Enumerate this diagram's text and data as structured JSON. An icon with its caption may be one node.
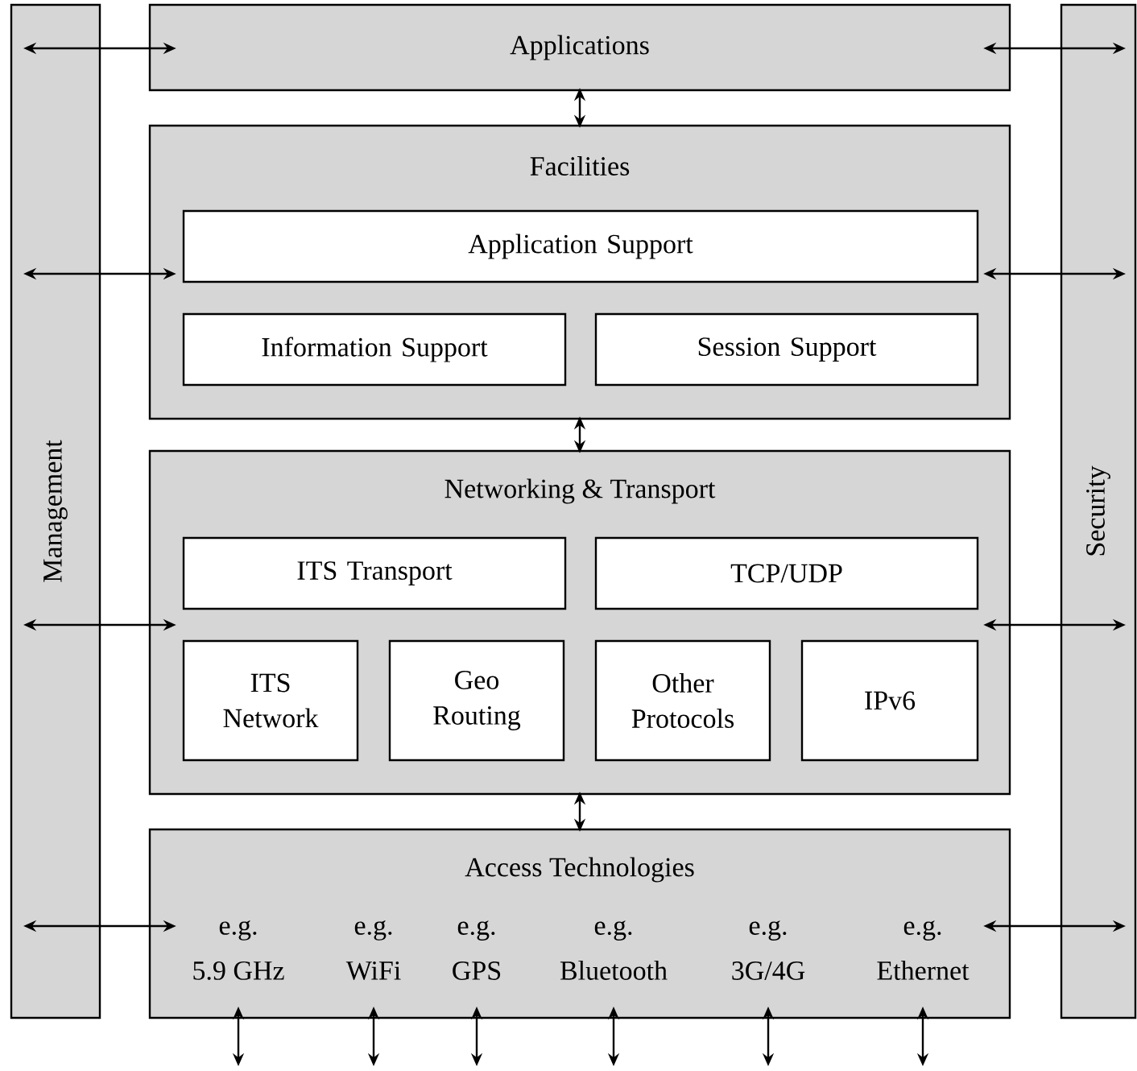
{
  "diagram": {
    "nodes": [
      {
        "text": [
          "Management"
        ]
      },
      {
        "text": [
          "Applications"
        ]
      },
      {
        "text": [
          "Facilities"
        ]
      },
      {
        "text": [
          "Application Support"
        ],
        "in": 2
      },
      {
        "text": [
          "Information Support"
        ],
        "in": 2
      },
      {
        "text": [
          "Session Support"
        ],
        "in": 2
      },
      {
        "text": [
          "Networking & Transport"
        ]
      },
      {
        "text": [
          "ITS Transport"
        ],
        "in": 6
      },
      {
        "text": [
          "TCP/UDP"
        ],
        "in": 6
      },
      {
        "text": [
          "ITS Network"
        ],
        "in": 6
      },
      {
        "text": [
          "Geo Routing"
        ],
        "in": 6
      },
      {
        "text": [
          "Other Protocols"
        ],
        "in": 6
      },
      {
        "text": [
          "IPv6"
        ],
        "in": 6
      },
      {
        "text": [
          "Access Technologies"
        ]
      },
      {
        "text": [
          "e.g.",
          "5.9 GHz"
        ],
        "in": 13
      },
      {
        "text": [
          "e.g.",
          "WiFi"
        ],
        "in": 13
      },
      {
        "text": [
          "e.g.",
          "GPS"
        ],
        "in": 13
      },
      {
        "text": [
          "e.g.",
          "Bluetooth"
        ],
        "in": 13
      },
      {
        "text": [
          "e.g.",
          "3G/4G"
        ],
        "in": 13
      },
      {
        "text": [
          "e.g.",
          "Ethernet"
        ],
        "in": 13
      },
      {
        "text": [
          "Security"
        ]
      }
    ],
    "edges": [
      {
        "from": 0,
        "to": 1,
        "arrow": "both"
      },
      {
        "from": 0,
        "to": 2,
        "arrow": "both"
      },
      {
        "from": 0,
        "to": 6,
        "arrow": "both"
      },
      {
        "from": 0,
        "to": 13,
        "arrow": "both"
      },
      {
        "from": 1,
        "to": 20,
        "arrow": "both"
      },
      {
        "from": 2,
        "to": 20,
        "arrow": "both"
      },
      {
        "from": 6,
        "to": 20,
        "arrow": "both"
      },
      {
        "from": 13,
        "to": 20,
        "arrow": "both"
      },
      {
        "from": 1,
        "to": 2,
        "arrow": "both"
      },
      {
        "from": 2,
        "to": 6,
        "arrow": "both"
      },
      {
        "from": 6,
        "to": 13,
        "arrow": "both"
      },
      {
        "from": 14,
        "to": null,
        "arrow": "both"
      },
      {
        "from": 15,
        "to": null,
        "arrow": "both"
      },
      {
        "from": 16,
        "to": null,
        "arrow": "both"
      },
      {
        "from": 17,
        "to": null,
        "arrow": "both"
      },
      {
        "from": 18,
        "to": null,
        "arrow": "both"
      },
      {
        "from": 19,
        "to": null,
        "arrow": "both"
      }
    ]
  }
}
